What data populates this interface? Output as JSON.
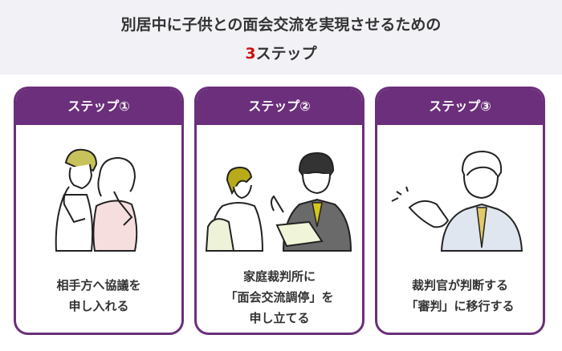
{
  "header": {
    "title_line1": "別居中に子供との面会交流を実現させるための",
    "title_number": "3",
    "title_line2_rest": "ステップ",
    "accent_number_color": "#cc1111",
    "background": "#f2f1f6"
  },
  "theme": {
    "card_color": "#6b2f7b"
  },
  "steps": [
    {
      "label": "ステップ①",
      "illustration": "couple-back-to-back-thinking",
      "desc_lines": [
        "相手方へ協議を",
        "申し入れる"
      ]
    },
    {
      "label": "ステップ②",
      "illustration": "lawyer-consulting-client",
      "desc_lines": [
        "家庭裁判所に",
        "「面会交流調停」を",
        "申し立てる"
      ]
    },
    {
      "label": "ステップ③",
      "illustration": "man-presenting-gesture",
      "desc_lines": [
        "裁判官が判断する",
        "「審判」に移行する"
      ]
    }
  ]
}
